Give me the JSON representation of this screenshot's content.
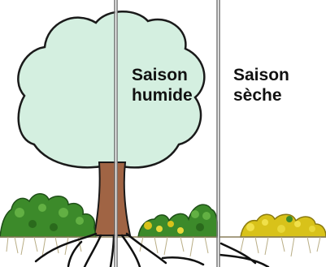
{
  "panels": [
    {
      "id": "wet",
      "label_line1": "Saison",
      "label_line2": "humide"
    },
    {
      "id": "dry",
      "label_line1": "Saison",
      "label_line2": "sèche"
    }
  ],
  "colors": {
    "canopy_fill": "#d4efe0",
    "outline": "#1a1a1a",
    "trunk": "#a06444",
    "green_foliage": "#3c8a2a",
    "dry_foliage": "#d8c21a",
    "roots": "#111111",
    "fine_roots": "#b9ae86",
    "divider": "#777777"
  }
}
